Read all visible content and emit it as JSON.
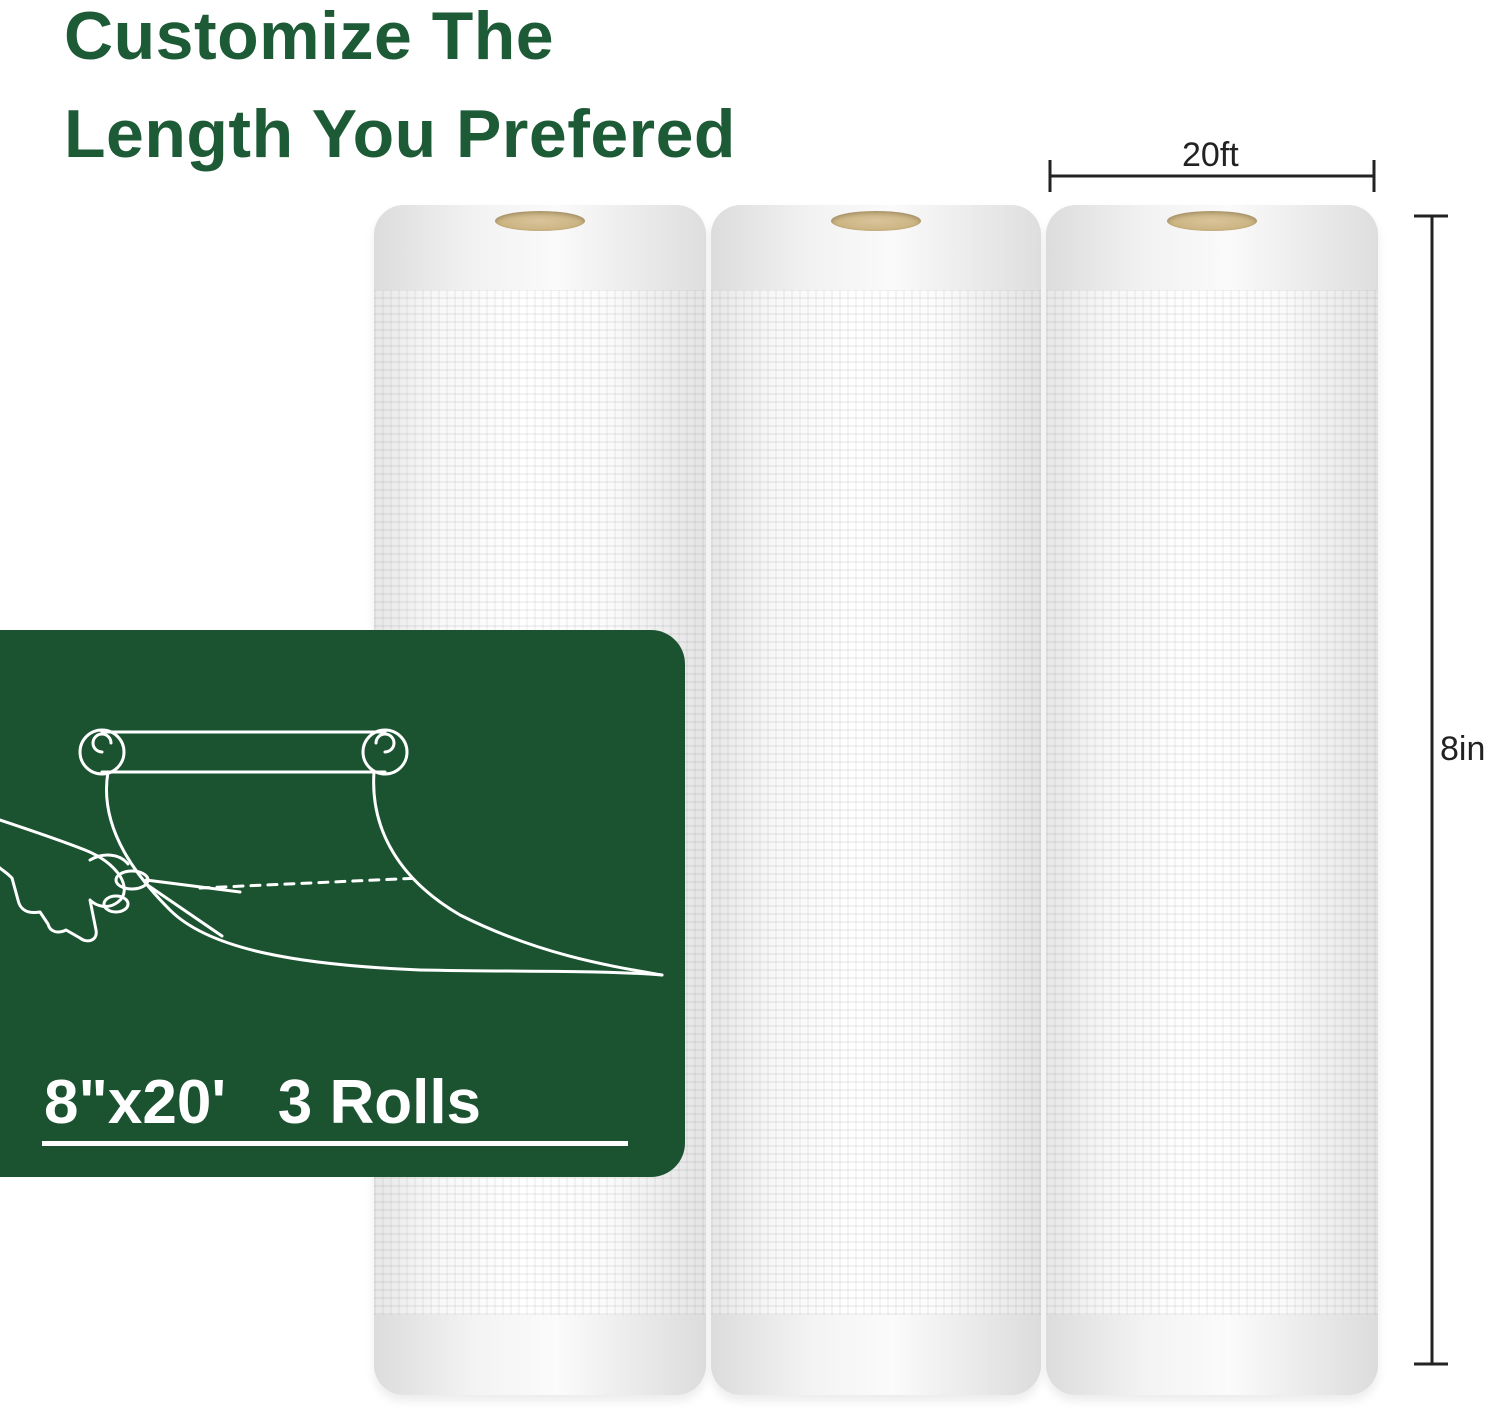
{
  "headline": {
    "line1": "Customize The",
    "line2": "Length You Prefered"
  },
  "dimensions": {
    "width_label": "20ft",
    "height_label": "8in"
  },
  "promo": {
    "text": "8\"x20'   3 Rolls"
  },
  "colors": {
    "brand_green": "#1b5331",
    "headline_green": "#1d5a36",
    "core_tan": "#d4bd8c"
  },
  "rolls": [
    {
      "name": "roll-1"
    },
    {
      "name": "roll-2"
    },
    {
      "name": "roll-3"
    }
  ],
  "icons": [
    "scissors-cutting-roll-icon"
  ]
}
